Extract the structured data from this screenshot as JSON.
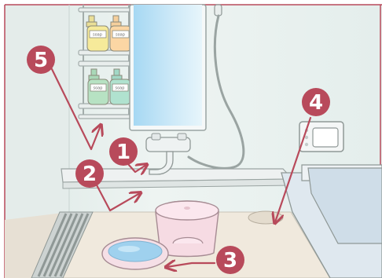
{
  "diagram": {
    "markers": [
      {
        "id": "marker-1",
        "label": "1"
      },
      {
        "id": "marker-2",
        "label": "2"
      },
      {
        "id": "marker-3",
        "label": "3"
      },
      {
        "id": "marker-4",
        "label": "4"
      },
      {
        "id": "marker-5",
        "label": "5"
      }
    ],
    "bottle_label_text": "soap",
    "colors": {
      "marker_fill": "#b84a5b",
      "arrow": "#b84a5b",
      "wall": "#ecf3f2",
      "floor": "#efe8dc",
      "mirror": "#a8d6f0",
      "stool": "#f4d8e0",
      "basin": "#a8d4ee",
      "tub": "#dde7ef"
    }
  }
}
